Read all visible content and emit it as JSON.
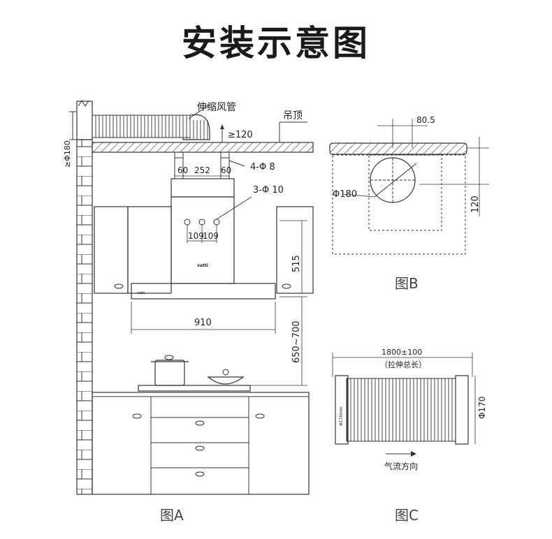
{
  "title": "安装示意图",
  "figA": {
    "caption": "图A",
    "duct_label": "伸缩风管",
    "ceiling_label": "吊顶",
    "clearance": "≥120",
    "wall_duct_dim": "≥Φ180",
    "holes_4": "4-Φ 8",
    "holes_3": "3-Φ 10",
    "dim_60_left": "60",
    "dim_252": "252",
    "dim_60_right": "60",
    "dim_109_left": "109",
    "dim_109_right": "109",
    "height_515": "515",
    "width_910": "910",
    "height_650_700": "650~700",
    "brand_upper": "vatti",
    "brand_lower": "vatti"
  },
  "figB": {
    "caption": "图B",
    "dim_80_5": "80.5",
    "dim_phi180": "Φ180",
    "dim_120": "120"
  },
  "figC": {
    "caption": "图C",
    "length": "1800±100",
    "stretch_note": "（拉伸总长）",
    "diameter": "Φ170",
    "inner_label": "Φ170mm",
    "airflow": "气流方向"
  }
}
